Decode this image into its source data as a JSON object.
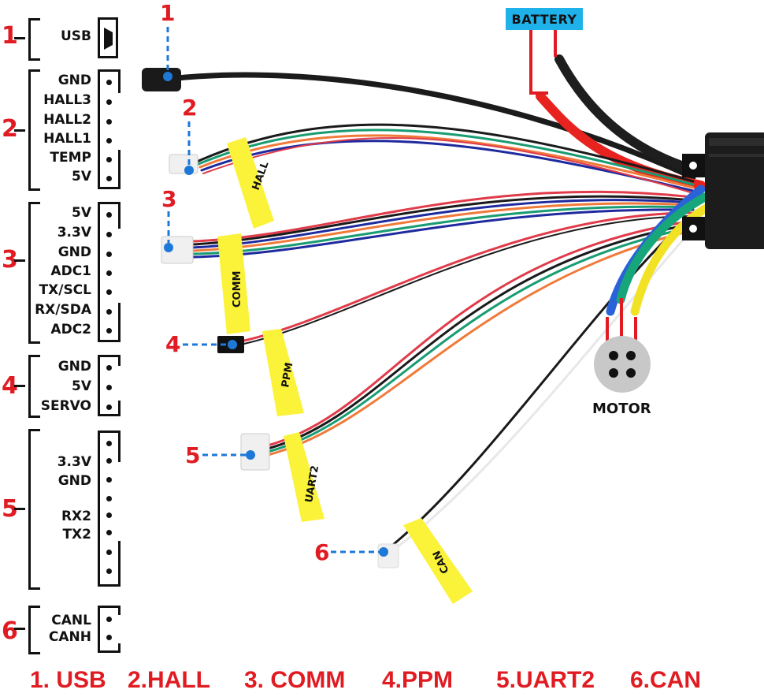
{
  "groups": [
    {
      "number": "1",
      "name": "USB",
      "pins": [
        "USB"
      ]
    },
    {
      "number": "2",
      "name": "HALL",
      "pins": [
        "GND",
        "HALL3",
        "HALL2",
        "HALL1",
        "TEMP",
        "5V"
      ]
    },
    {
      "number": "3",
      "name": "COMM",
      "pins": [
        "5V",
        "3.3V",
        "GND",
        "ADC1",
        "TX/SCL",
        "RX/SDA",
        "ADC2"
      ]
    },
    {
      "number": "4",
      "name": "PPM",
      "pins": [
        "GND",
        "5V",
        "SERVO"
      ]
    },
    {
      "number": "5",
      "name": "UART2",
      "pins": [
        "",
        "3.3V",
        "GND",
        "",
        "RX2",
        "TX2",
        "",
        ""
      ]
    },
    {
      "number": "6",
      "name": "CAN",
      "pins": [
        "CANL",
        "CANH"
      ]
    }
  ],
  "cable_callouts": [
    "1",
    "2",
    "3",
    "4",
    "5",
    "6"
  ],
  "cable_tags": [
    "HALL",
    "COMM",
    "PPM",
    "UART2",
    "CAN"
  ],
  "battery_label": "BATTERY",
  "motor_label": "MOTOR",
  "legend": [
    "1. USB",
    "2.HALL",
    "3. COMM",
    "4.PPM",
    "5.UART2",
    "6.CAN"
  ],
  "colors": {
    "accent_red": "#e01b22",
    "callout_blue": "#1e78d8",
    "tag_yellow": "#fbf23a",
    "battery_bg": "#1fb2ea",
    "motor_gray": "#c8c8c8"
  }
}
